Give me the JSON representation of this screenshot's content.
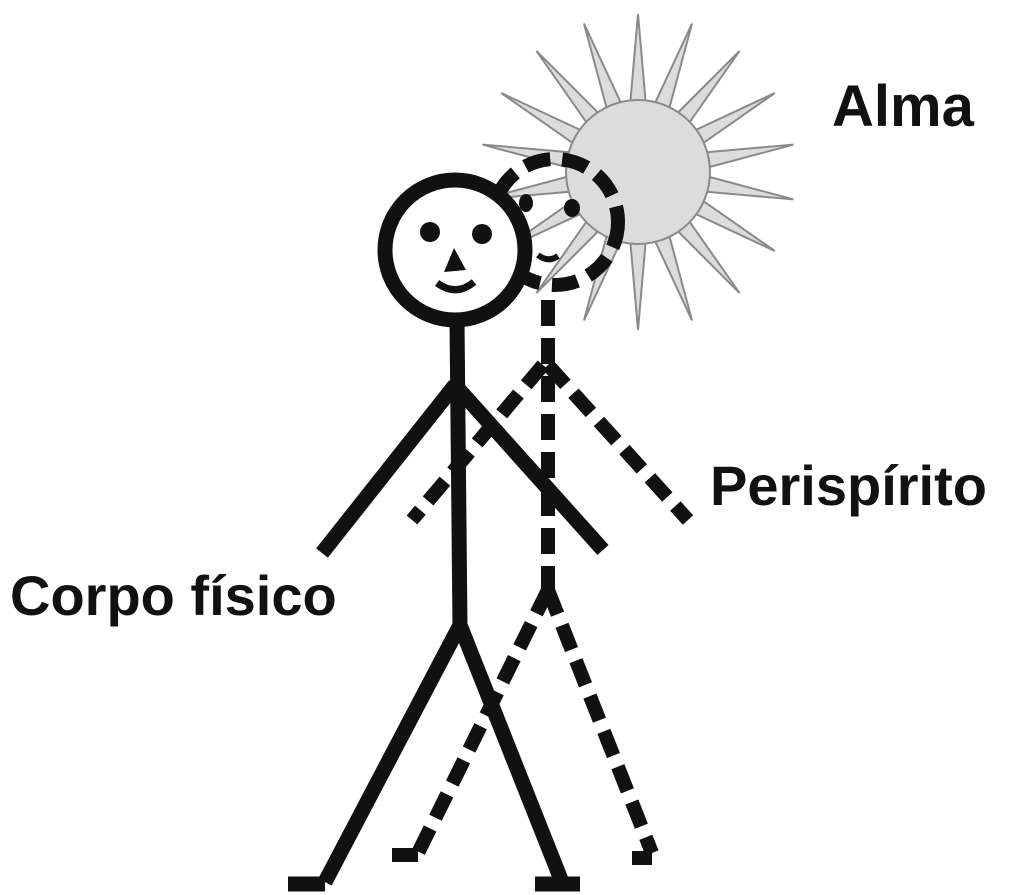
{
  "labels": {
    "soul": "Alma",
    "perispirit": "Perispírito",
    "physical_body": "Corpo físico"
  },
  "colors": {
    "background": "#ffffff",
    "ink": "#111111",
    "sun_fill": "#dcdcdc",
    "sun_stroke": "#8a8a8a"
  }
}
